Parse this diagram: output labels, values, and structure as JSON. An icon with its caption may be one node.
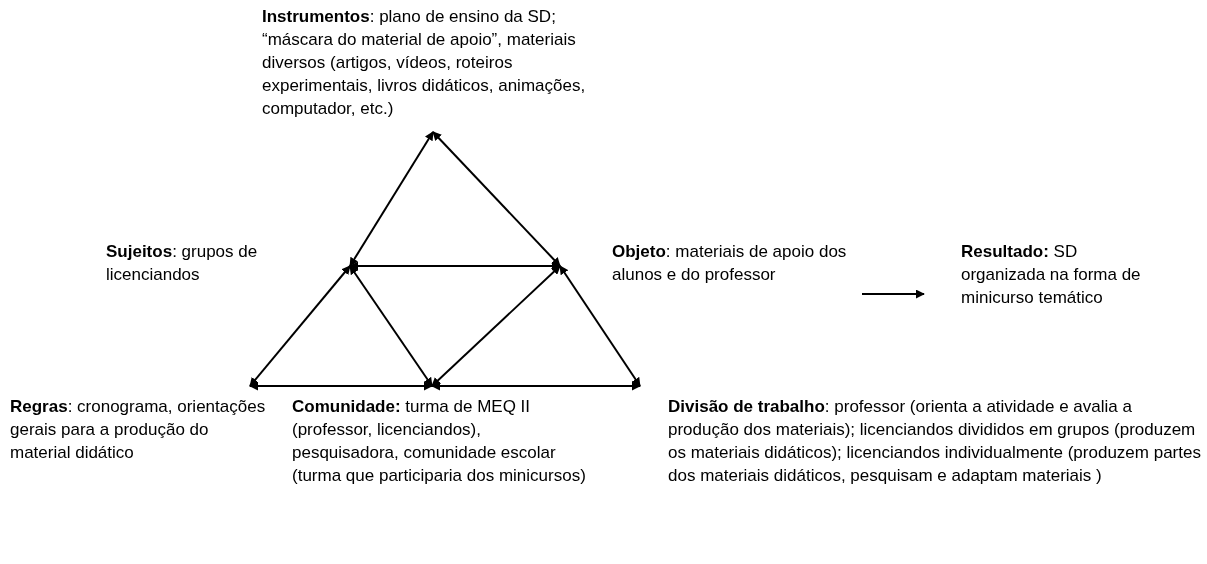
{
  "diagram": {
    "nodes": [
      {
        "text": [
          "**Instrumentos**: plano de ensino da SD; “máscara do material de apoio”, materiais diversos (artigos, vídeos, roteiros experimentais, livros didáticos, animações, computador, etc.)"
        ]
      },
      {
        "text": [
          "**Sujeitos**: grupos de licenciandos"
        ]
      },
      {
        "text": [
          "**Objeto**: materiais de apoio dos alunos e do professor"
        ]
      },
      {
        "text": [
          "**Resultado:** SD organizada na forma de minicurso temático"
        ]
      },
      {
        "text": [
          "**Regras**: cronograma, orientações gerais para a produção do material didático"
        ]
      },
      {
        "text": [
          "**Comunidade:** turma de MEQ II (professor, licenciandos), pesquisadora, comunidade escolar (turma que participaria dos minicursos)"
        ]
      },
      {
        "text": [
          "**Divisão de trabalho**: professor (orienta a atividade e avalia a produção dos materiais); licenciandos divididos em grupos (produzem os materiais didáticos); licenciandos individualmente (produzem partes dos materiais didáticos, pesquisam e adaptam materiais )"
        ]
      }
    ],
    "edges": [
      {
        "from": 0,
        "to": 1,
        "arrow": "both"
      },
      {
        "from": 0,
        "to": 2,
        "arrow": "both"
      },
      {
        "from": 1,
        "to": 2,
        "arrow": "both"
      },
      {
        "from": 1,
        "to": 4,
        "arrow": "both"
      },
      {
        "from": 1,
        "to": 5,
        "arrow": "both"
      },
      {
        "from": 2,
        "to": 5,
        "arrow": "both"
      },
      {
        "from": 2,
        "to": 6,
        "arrow": "both"
      },
      {
        "from": 4,
        "to": 5,
        "arrow": "both"
      },
      {
        "from": 5,
        "to": 6,
        "arrow": "both"
      },
      {
        "from": 2,
        "to": 3,
        "arrow": "to"
      }
    ]
  }
}
